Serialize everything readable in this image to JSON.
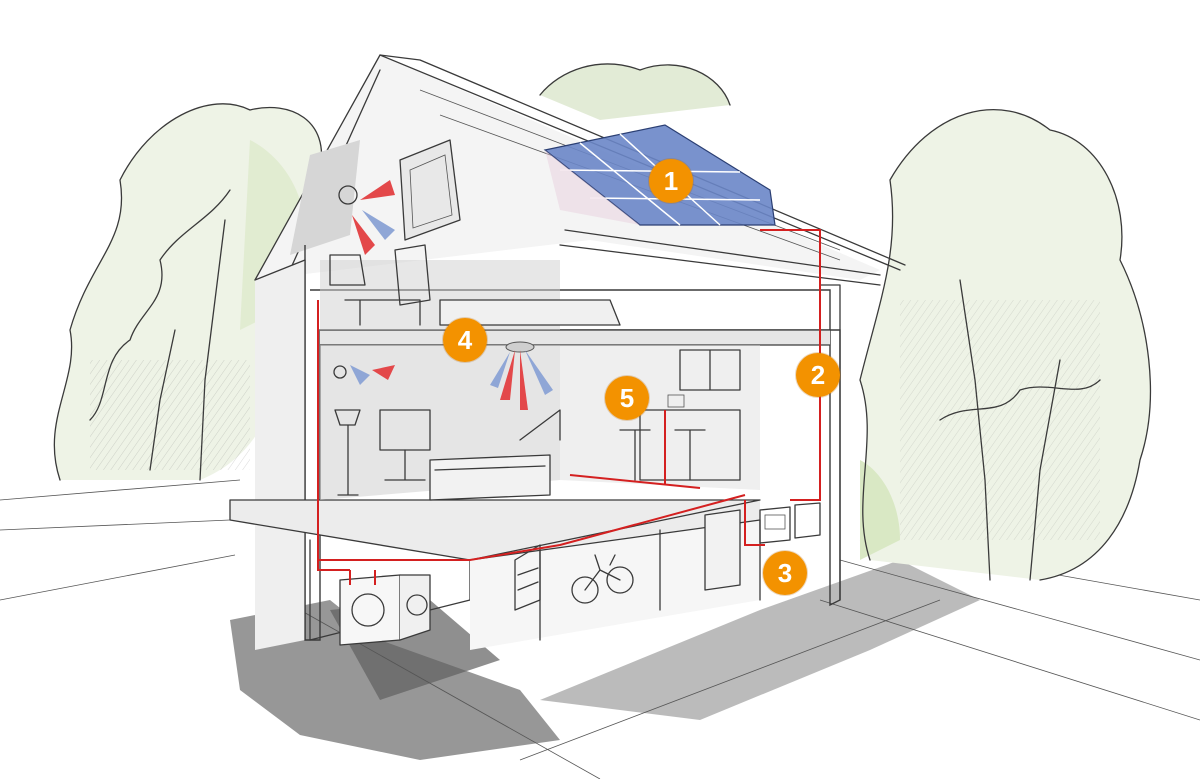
{
  "colors": {
    "badge": "#f39200",
    "wiring": "#d42020",
    "solar": "#6a86c8",
    "airflow_warm": "#e3484a",
    "airflow_cool": "#8fa6d6",
    "shadow": "#9a9a9a",
    "foliage": "#d9e8c4"
  },
  "markers": [
    {
      "label": "1",
      "target": "solar-panels"
    },
    {
      "label": "2",
      "target": "wiring-to-meter"
    },
    {
      "label": "3",
      "target": "inverter-meter"
    },
    {
      "label": "4",
      "target": "ventilation-heat-pump"
    },
    {
      "label": "5",
      "target": "kitchen-appliances"
    }
  ]
}
